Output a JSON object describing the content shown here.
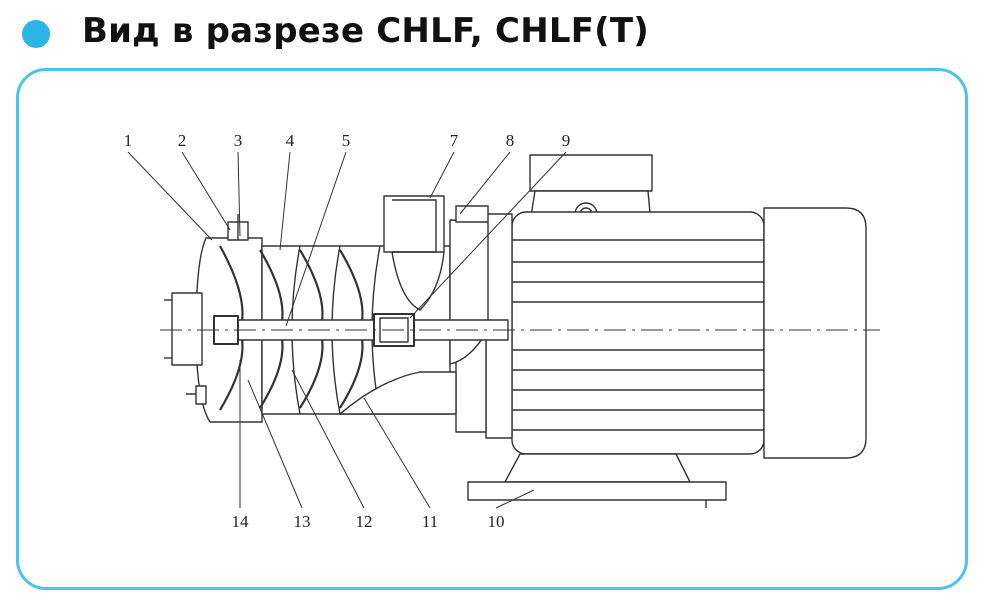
{
  "header": {
    "title": "Вид в разрезе CHLF, CHLF(T)"
  },
  "colors": {
    "accent": "#29b6e6",
    "frame": "#4cc3ea",
    "line": "#333333"
  },
  "callouts": {
    "top": [
      "1",
      "2",
      "3",
      "4",
      "5",
      "7",
      "8",
      "9"
    ],
    "bottom": [
      "14",
      "13",
      "12",
      "11",
      "10"
    ]
  }
}
